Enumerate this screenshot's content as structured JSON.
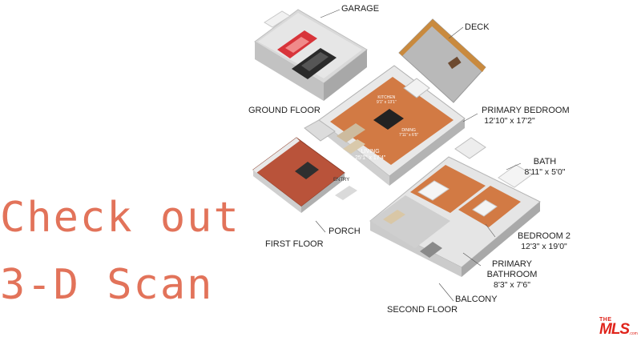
{
  "headline": {
    "line1": "Check out",
    "line2": "3-D Scan",
    "color": "#e2735a"
  },
  "labels": {
    "garage": "GARAGE",
    "deck": "DECK",
    "ground_floor": "GROUND FLOOR",
    "kitchen": "KITCHEN",
    "kitchen_dim": "9'1\" x 13'1\"",
    "dining": "DINING",
    "dining_dim": "7'11\" x 6'5\"",
    "living": "LIVING",
    "living_dim": "25'1\" x 17'4\"",
    "entry": "ENTRY",
    "porch": "PORCH",
    "first_floor": "FIRST FLOOR",
    "primary_bedroom": "PRIMARY BEDROOM",
    "primary_bedroom_dim": "12'10\" x 17'2\"",
    "bath": "BATH",
    "bath_dim": "8'11\" x 5'0\"",
    "bedroom2": "BEDROOM 2",
    "bedroom2_dim": "12'3\" x 19'0\"",
    "primary_bathroom": "PRIMARY BATHROOM",
    "primary_bathroom_dim": "8'3\" x 7'6\"",
    "balcony": "BALCONY",
    "second_floor": "SECOND FLOOR"
  },
  "logo": {
    "the": "THE",
    "mls": "MLS",
    "com": ".com",
    "color": "#e0241b"
  },
  "colors": {
    "wall": "#ececec",
    "wall_dark": "#9a9a9a",
    "wood": "#d27a44",
    "tile": "#b9533a",
    "deck": "#b9b9b9",
    "car_red": "#d8343a",
    "car_black": "#2a2a2a"
  }
}
